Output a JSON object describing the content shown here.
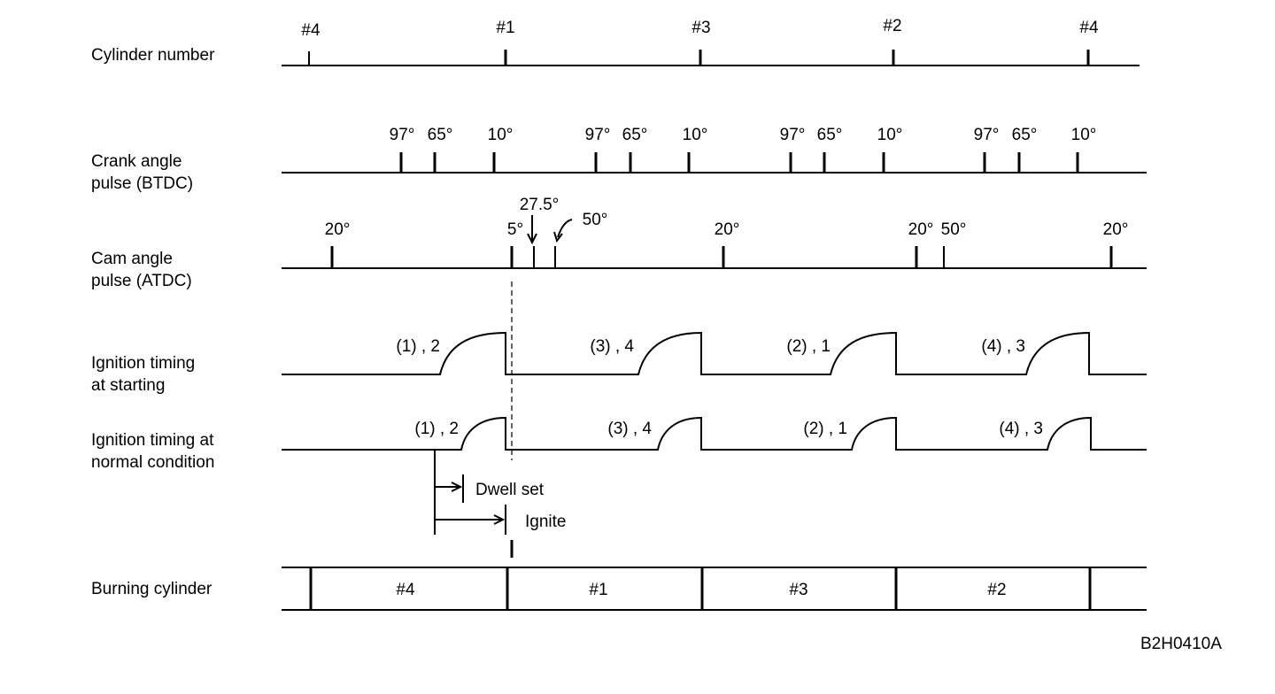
{
  "rows": {
    "cylinder_number": "Cylinder number",
    "crank_line1": "Crank angle",
    "crank_line2": "pulse (BTDC)",
    "cam_line1": "Cam angle",
    "cam_line2": "pulse (ATDC)",
    "start_line1": "Ignition timing",
    "start_line2": "at starting",
    "normal_line1": "Ignition timing at",
    "normal_line2": "normal condition",
    "burning": "Burning cylinder"
  },
  "cylinder_marks": [
    "#4",
    "#1",
    "#3",
    "#2",
    "#4"
  ],
  "crank_labels": [
    "97°",
    "65°",
    "10°",
    "97°",
    "65°",
    "10°",
    "97°",
    "65°",
    "10°",
    "97°",
    "65°",
    "10°"
  ],
  "cam_labels": {
    "a": "20°",
    "b": "5°",
    "c": "27.5°",
    "d": "50°",
    "e": "20°",
    "f": "20°",
    "g": "50°",
    "h": "20°"
  },
  "start_pulses": [
    "(1) , 2",
    "(3) , 4",
    "(2) , 1",
    "(4) , 3"
  ],
  "normal_pulses": [
    "(1) , 2",
    "(3) , 4",
    "(2) , 1",
    "(4) , 3"
  ],
  "dwell_set": "Dwell set",
  "ignite": "Ignite",
  "burning_cells": [
    "#4",
    "#1",
    "#3",
    "#2"
  ],
  "reference_code": "B2H0410A"
}
